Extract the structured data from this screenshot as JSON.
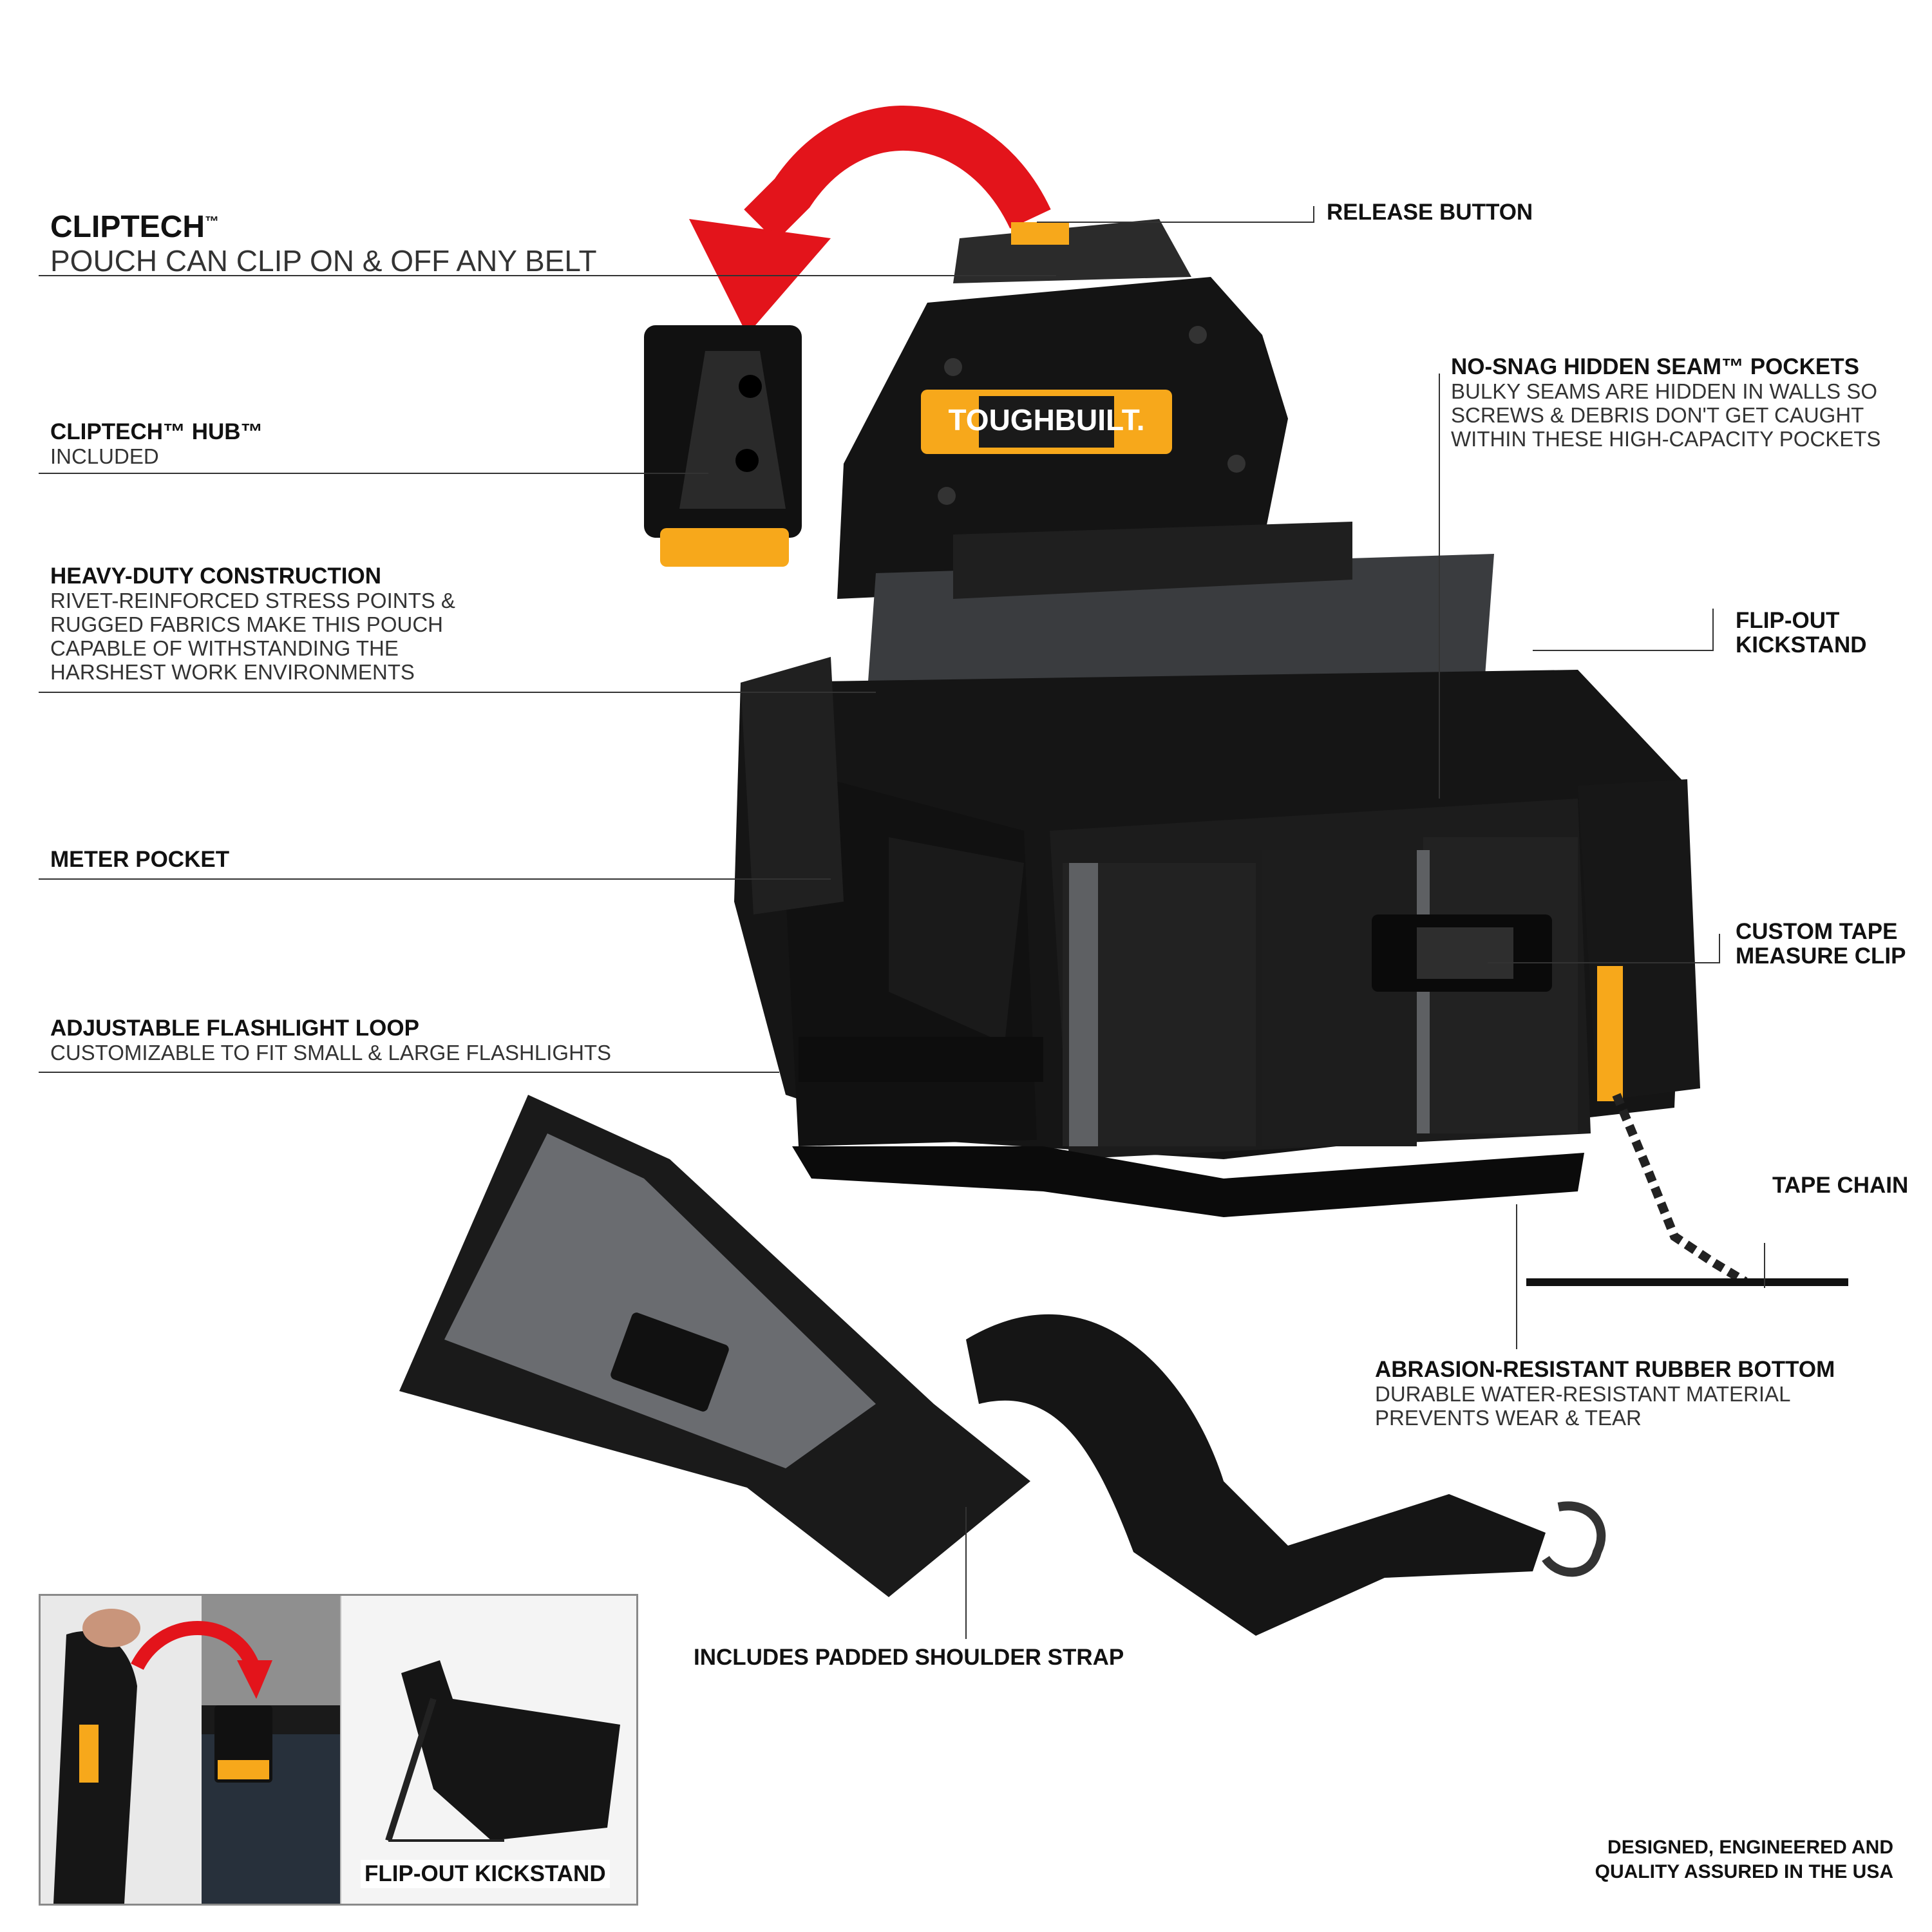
{
  "callouts": {
    "cliptech": {
      "title": "CLIPTECH",
      "tm": "™",
      "body": "POUCH CAN CLIP ON & OFF ANY BELT"
    },
    "release_button": {
      "title": "RELEASE BUTTON"
    },
    "cliptech_hub": {
      "title": "CLIPTECH™ HUB™",
      "body": "INCLUDED"
    },
    "no_snag": {
      "title": "NO-SNAG HIDDEN SEAM™ POCKETS",
      "lines": [
        "BULKY SEAMS ARE HIDDEN IN WALLS SO",
        "SCREWS & DEBRIS DON'T GET CAUGHT",
        "WITHIN THESE HIGH-CAPACITY POCKETS"
      ]
    },
    "heavy_duty": {
      "title": "HEAVY-DUTY CONSTRUCTION",
      "lines": [
        "RIVET-REINFORCED STRESS  POINTS &",
        "RUGGED FABRICS MAKE THIS  POUCH",
        "CAPABLE OF WITHSTANDING THE",
        "HARSHEST WORK ENVIRONMENTS"
      ]
    },
    "flip_out_kickstand": {
      "lines": [
        "FLIP-OUT",
        "KICKSTAND"
      ]
    },
    "meter_pocket": {
      "title": "METER POCKET"
    },
    "custom_tape": {
      "lines": [
        "CUSTOM TAPE",
        "MEASURE CLIP"
      ]
    },
    "flashlight_loop": {
      "title": "ADJUSTABLE FLASHLIGHT LOOP",
      "body": "CUSTOMIZABLE TO FIT SMALL & LARGE FLASHLIGHTS"
    },
    "tape_chain": {
      "title": "TAPE CHAIN"
    },
    "rubber_bottom": {
      "title": "ABRASION-RESISTANT RUBBER BOTTOM",
      "lines": [
        "DURABLE WATER-RESISTANT MATERIAL",
        "PREVENTS WEAR & TEAR"
      ]
    },
    "shoulder_strap": {
      "title": "INCLUDES PADDED SHOULDER STRAP"
    }
  },
  "inset": {
    "caption": "FLIP-OUT KICKSTAND"
  },
  "logo_text": "TOUGHBUILT.",
  "footer": {
    "lines": [
      "DESIGNED, ENGINEERED AND",
      "QUALITY ASSURED IN THE USA"
    ]
  },
  "colors": {
    "arrow_red": "#e3141b",
    "accent_orange": "#f7a81b",
    "bag_black": "#151515",
    "fabric_grey": "#5e6063"
  }
}
